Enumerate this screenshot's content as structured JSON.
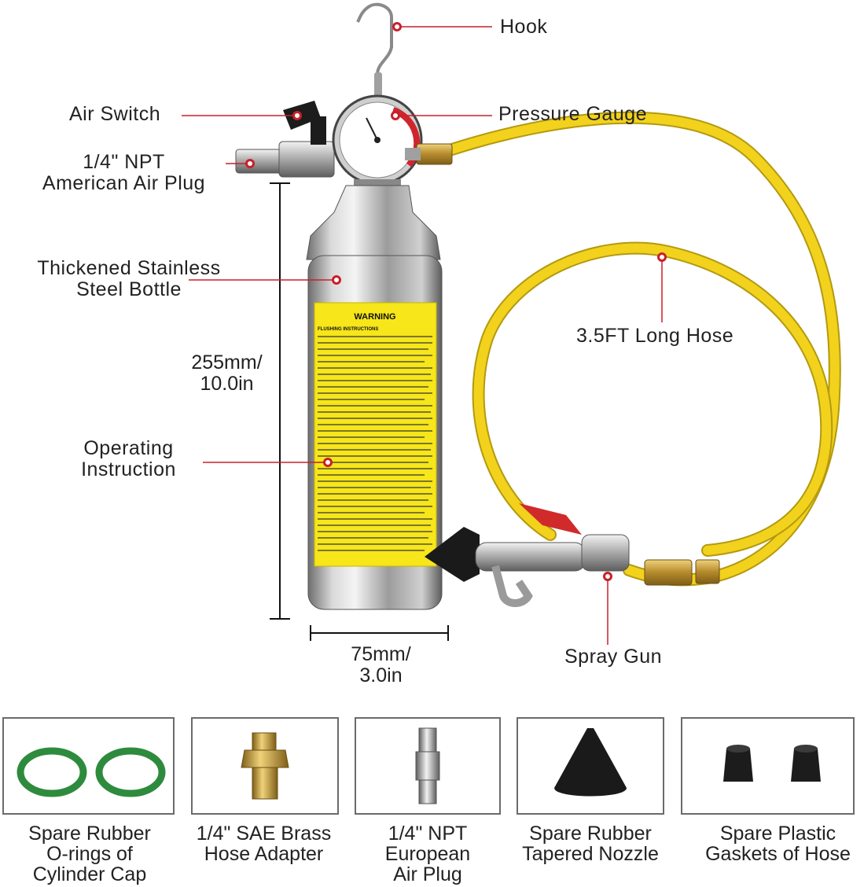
{
  "callouts": {
    "hook": "Hook",
    "air_switch": "Air Switch",
    "pressure_gauge": "Pressure Gauge",
    "air_plug": [
      "1/4\" NPT",
      "American Air Plug"
    ],
    "bottle": [
      "Thickened Stainless",
      "Steel Bottle"
    ],
    "hose": "3.5FT Long Hose",
    "operating": [
      "Operating",
      "Instruction"
    ],
    "spray_gun": "Spray Gun"
  },
  "dimensions": {
    "height": [
      "255mm/",
      "10.0in"
    ],
    "width": [
      "75mm/",
      "3.0in"
    ]
  },
  "label": {
    "warning": "WARNING",
    "heading": "FLUSHING INSTRUCTIONS"
  },
  "accessories": [
    {
      "lines": [
        "Spare Rubber",
        "O-rings of",
        "Cylinder Cap"
      ]
    },
    {
      "lines": [
        "1/4\" SAE Brass",
        "Hose Adapter"
      ]
    },
    {
      "lines": [
        "1/4\" NPT",
        "European",
        "Air Plug"
      ]
    },
    {
      "lines": [
        "Spare Rubber",
        "Tapered Nozzle"
      ]
    },
    {
      "lines": [
        "Spare Plastic",
        "Gaskets of Hose"
      ]
    }
  ],
  "colors": {
    "callout_line": "#c8202a",
    "hose_yellow": "#f2d21c",
    "label_yellow": "#f6e61a",
    "oring_green": "#2e8b3e",
    "brass": "#c9a03a"
  }
}
